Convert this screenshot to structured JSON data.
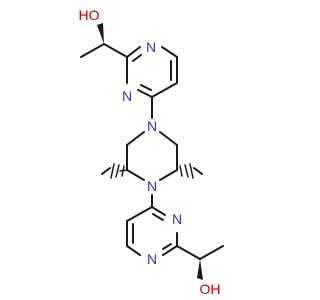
{
  "molecule": {
    "colors": {
      "carbon": "#1a1a1a",
      "nitrogen": "#3333cc",
      "oxygen": "#cc0000",
      "background": "#ffffff"
    },
    "labels": {
      "oh_top": "HO",
      "n_top_ring_upper": "N",
      "n_top_ring_lower": "N",
      "n_piperazine_top": "N",
      "n_piperazine_bottom": "N",
      "n_bottom_ring_upper": "N",
      "n_bottom_ring_lower": "N",
      "oh_bottom": "OH"
    }
  }
}
